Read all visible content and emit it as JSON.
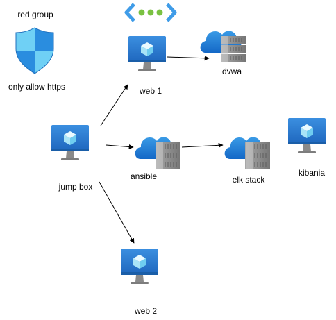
{
  "colors": {
    "monitor_blue": "#2f7fd6",
    "monitor_blue_dark": "#1a5ea8",
    "stand_gray": "#8a8a8a",
    "cube_light": "#d8f2fb",
    "cloud_blue": "#1f86d9",
    "storage_gray": "#8f8f8f",
    "shield_blue": "#2a8ddf",
    "shield_light": "#6fd0f5",
    "vnet_green": "#7ac142",
    "vnet_blue": "#3f9ce8",
    "arrow": "#000000"
  },
  "diagram": {
    "nodes": [
      {
        "id": "red-group",
        "label": "red group",
        "icon": "shield-icon"
      },
      {
        "id": "only-allow-https",
        "label": "only allow https",
        "icon": "none"
      },
      {
        "id": "virtual-network",
        "label": "",
        "icon": "virtual-network-icon"
      },
      {
        "id": "web1",
        "label": "web 1",
        "icon": "virtual-machine-icon"
      },
      {
        "id": "dvwa",
        "label": "dvwa",
        "icon": "cloud-storage-icon"
      },
      {
        "id": "jumpbox",
        "label": "jump box",
        "icon": "virtual-machine-icon"
      },
      {
        "id": "ansible",
        "label": "ansible",
        "icon": "cloud-storage-icon"
      },
      {
        "id": "elk",
        "label": "elk stack",
        "icon": "cloud-storage-icon"
      },
      {
        "id": "kibania",
        "label": "kibania",
        "icon": "virtual-machine-icon"
      },
      {
        "id": "web2",
        "label": "web 2",
        "icon": "virtual-machine-icon"
      }
    ],
    "edges": [
      {
        "from": "jumpbox",
        "to": "web1"
      },
      {
        "from": "web1",
        "to": "dvwa"
      },
      {
        "from": "jumpbox",
        "to": "ansible"
      },
      {
        "from": "ansible",
        "to": "elk"
      },
      {
        "from": "jumpbox",
        "to": "web2"
      }
    ]
  }
}
